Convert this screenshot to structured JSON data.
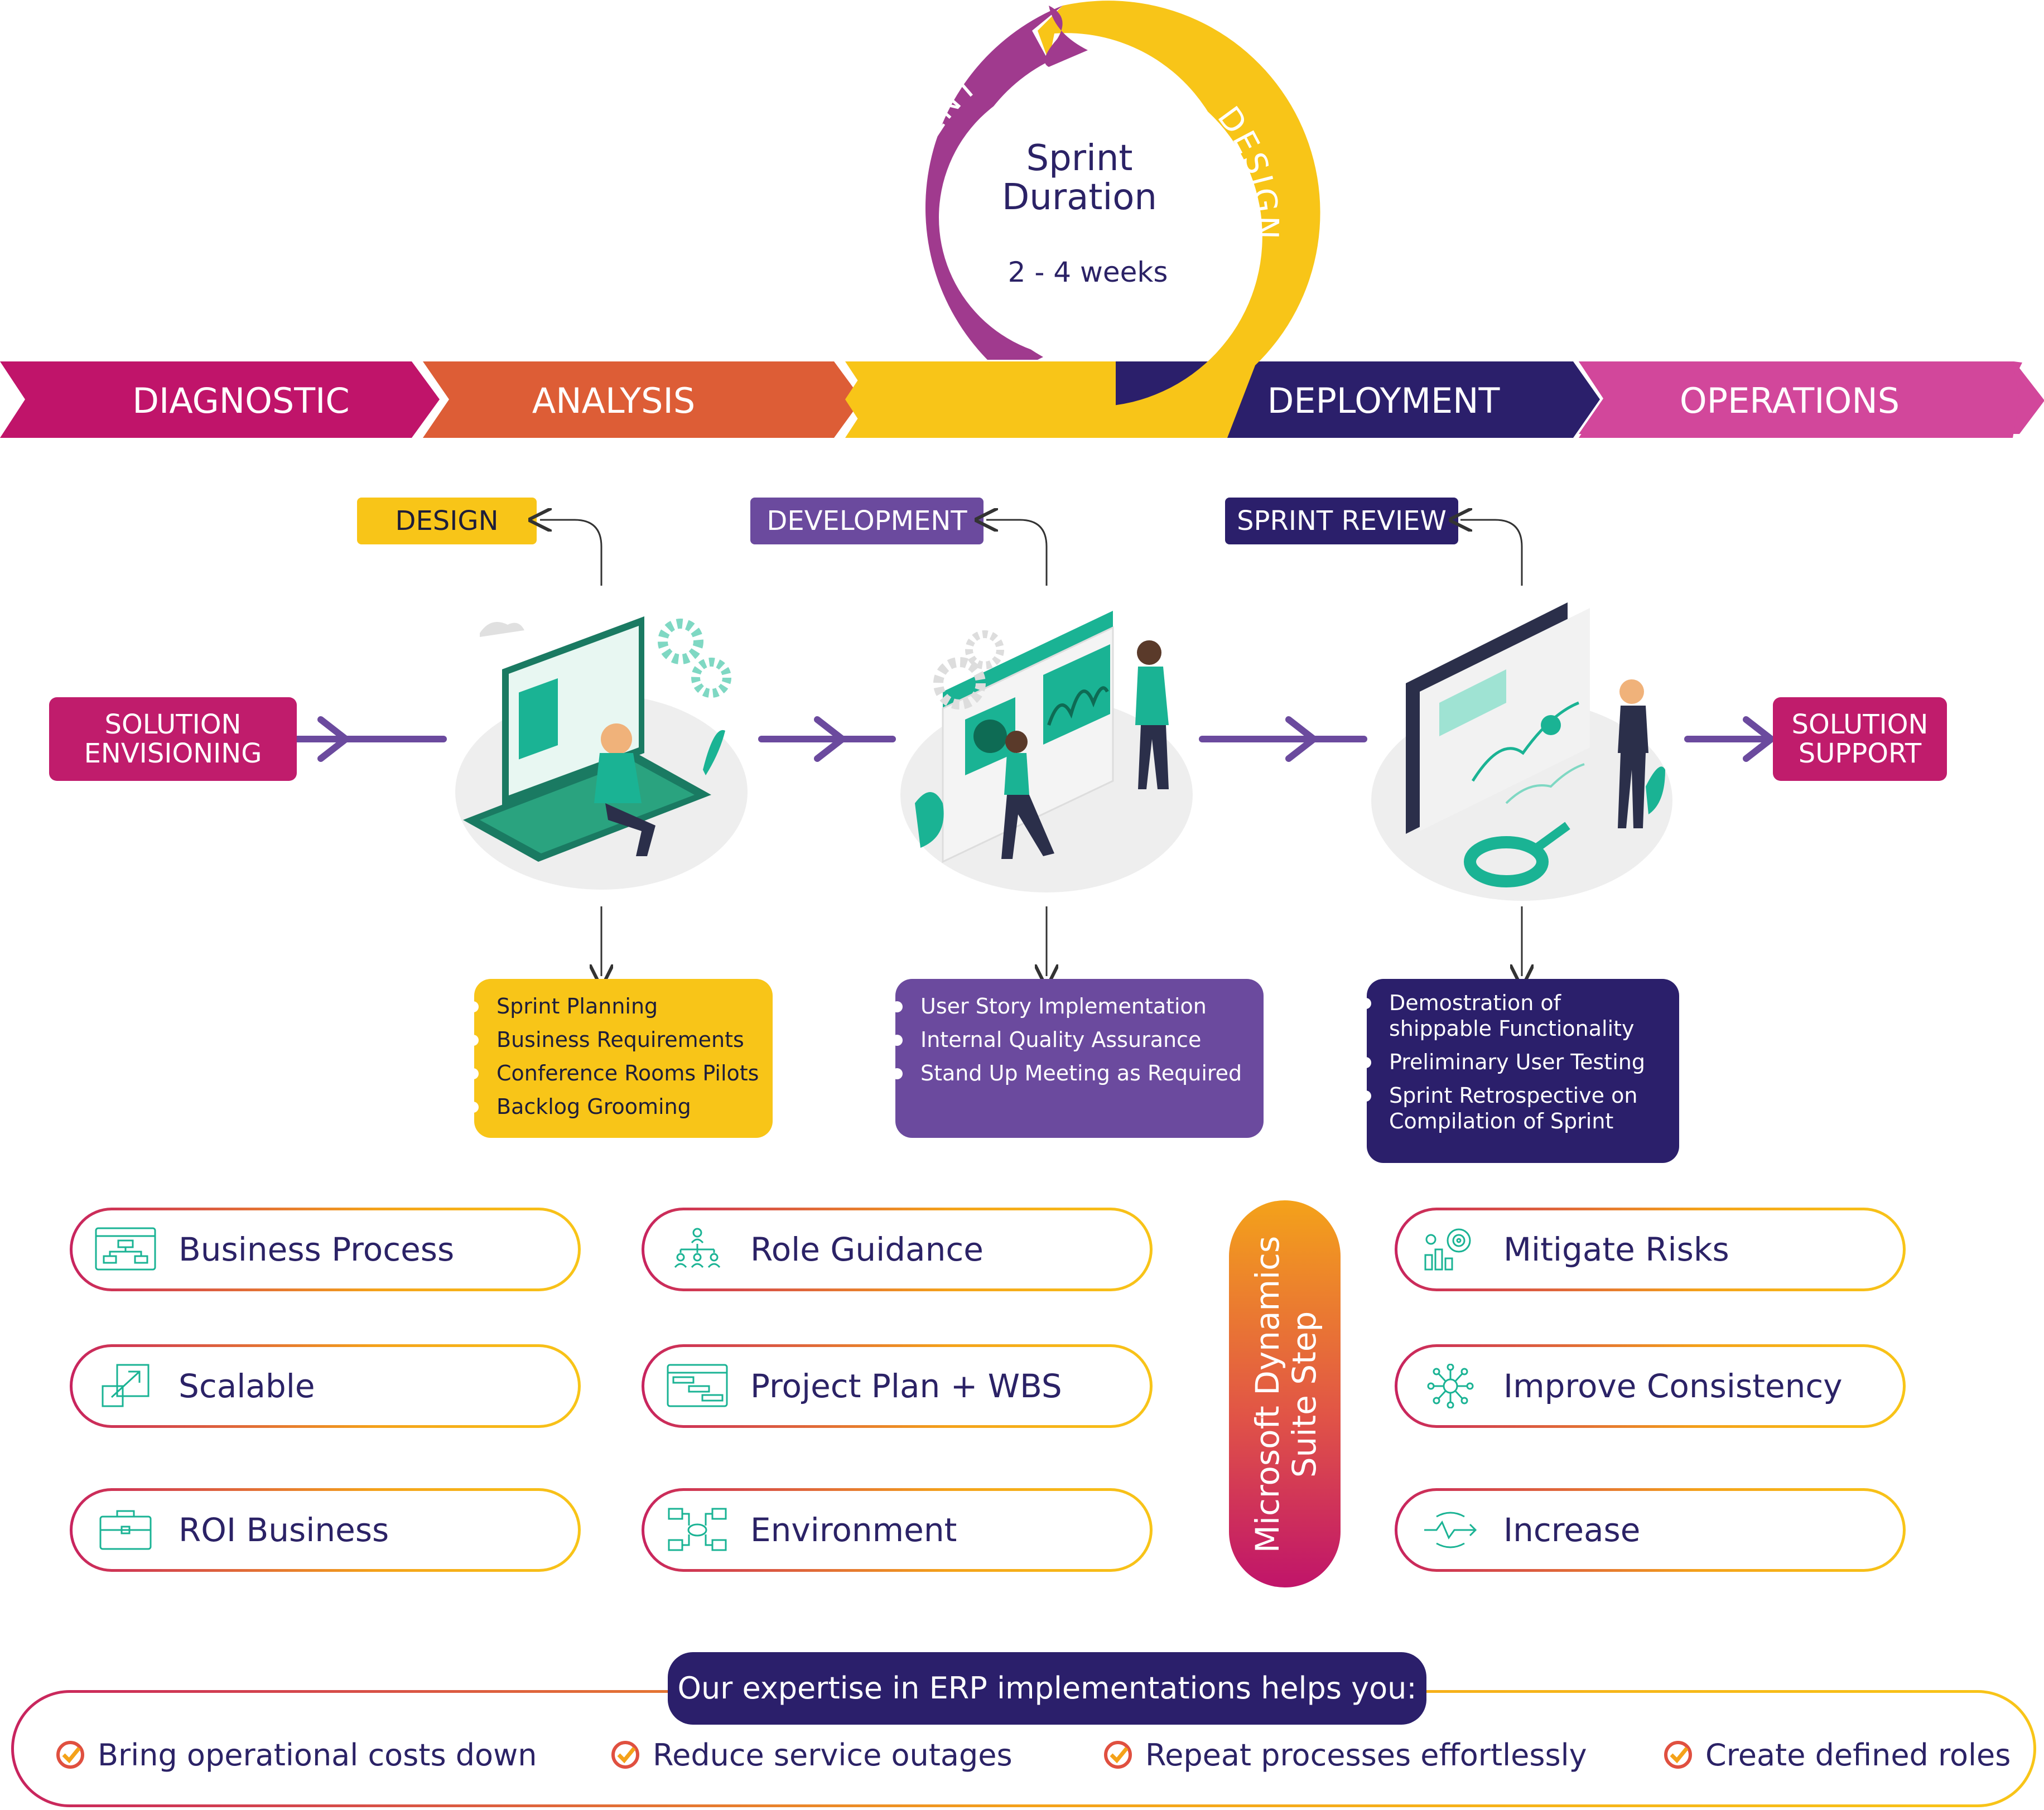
{
  "phases": [
    "DIAGNOSTIC",
    "ANALYSIS",
    "DEPLOYMENT",
    "OPERATIONS"
  ],
  "sprint_ring": {
    "arc_left": "DEVELOPMENT",
    "arc_right": "DESIGN",
    "center_line1": "Sprint",
    "center_line2": "Duration",
    "center_line3": "2 - 4 weeks"
  },
  "stage_tags": {
    "design": "DESIGN",
    "development": "DEVELOPMENT",
    "sprint_review": "SPRINT REVIEW"
  },
  "side_boxes": {
    "left_line1": "SOLUTION",
    "left_line2": "ENVISIONING",
    "right_line1": "SOLUTION",
    "right_line2": "SUPPORT"
  },
  "cards": {
    "design": [
      "Sprint Planning",
      "Business Requirements",
      "Conference Rooms Pilots",
      "Backlog Grooming"
    ],
    "development": [
      "User Story Implementation",
      "Internal Quality Assurance",
      "Stand Up Meeting as Required"
    ],
    "review": [
      "Demostration of shippable Functionality",
      "Preliminary User Testing",
      "Sprint Retrospective on Compilation of Sprint"
    ]
  },
  "features_left": [
    {
      "label": "Business Process",
      "icon": "process-flow-icon"
    },
    {
      "label": "Scalable",
      "icon": "resize-arrow-icon"
    },
    {
      "label": "ROI Business",
      "icon": "briefcase-icon"
    }
  ],
  "features_middle": [
    {
      "label": "Role Guidance",
      "icon": "org-chart-icon"
    },
    {
      "label": "Project Plan + WBS",
      "icon": "gantt-chart-icon"
    },
    {
      "label": "Environment",
      "icon": "network-icon"
    }
  ],
  "features_right": [
    {
      "label": "Mitigate Risks",
      "icon": "target-chart-icon"
    },
    {
      "label": "Improve Consistency",
      "icon": "hub-icon"
    },
    {
      "label": "Increase",
      "icon": "cycle-arrows-icon"
    }
  ],
  "vertical_pill": {
    "line1": "Microsoft Dynamics",
    "line2": "Suite Step"
  },
  "expertise": {
    "heading": "Our expertise in ERP implementations helps you:",
    "items": [
      "Bring operational costs down",
      "Reduce service outages",
      "Repeat processes effortlessly",
      "Create defined roles"
    ]
  },
  "colors": {
    "diagnostic": "#c0146a",
    "analysis": "#dd5d36",
    "design_yellow": "#f8c518",
    "development_purple": "#a03a8e",
    "deployment": "#2b1f6b",
    "operations": "#d2479b",
    "dev_card": "#6b4a9e",
    "teal": "#1ab394"
  }
}
